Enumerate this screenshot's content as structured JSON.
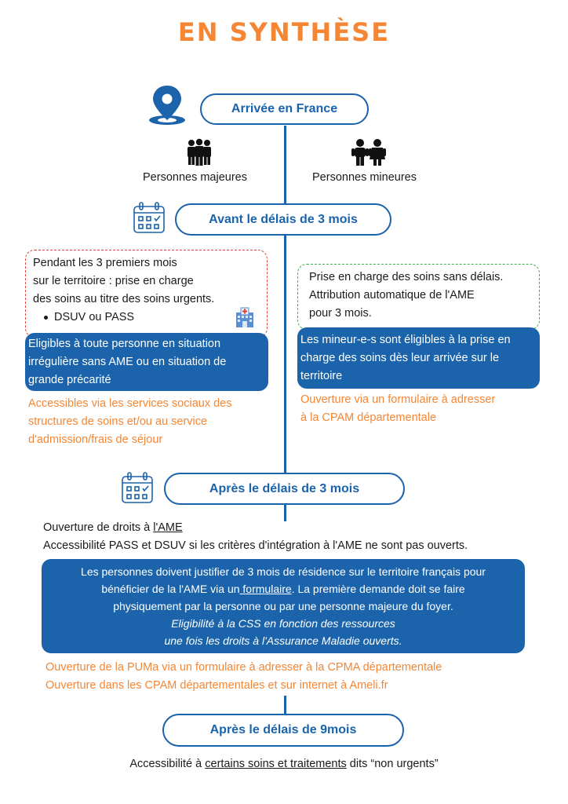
{
  "title": "EN SYNTHÈSE",
  "arrival": {
    "label": "Arrivée en France"
  },
  "groups": {
    "adults": "Personnes majeures",
    "minors": "Personnes mineures"
  },
  "before3": {
    "label": "Avant le délais de 3 mois",
    "adults_box": {
      "lines": [
        "Pendant les 3 premiers mois",
        "sur le territoire : prise en charge",
        "des soins au titre des soins urgents."
      ],
      "bullet": "DSUV ou PASS"
    },
    "adults_blue": [
      "Eligibles à toute personne en situation",
      "irrégulière sans AME ou en situation de",
      "grande précarité"
    ],
    "adults_orange": [
      "Accessibles via les services sociaux des",
      "structures de soins et/ou au service",
      "d'admission/frais de séjour"
    ],
    "minors_box": [
      "Prise en charge des soins sans délais.",
      "Attribution automatique de l'AME",
      "pour 3 mois."
    ],
    "minors_blue": [
      "Les mineur-e-s sont éligibles à la prise en",
      "charge des soins dès leur arrivée sur le",
      "territoire"
    ],
    "minors_orange": [
      "Ouverture via un formulaire à adresser",
      "à la CPAM départementale"
    ]
  },
  "after3": {
    "label": "Après le délais de 3 mois",
    "line1_prefix": "Ouverture de droits à ",
    "line1_link": "l'AME",
    "line2": "Accessibilité PASS et DSUV si les critères d'intégration à l'AME ne sont pas ouverts.",
    "blue_l1": "Les personnes doivent justifier de 3 mois de résidence sur le territoire français pour",
    "blue_l2_prefix": "bénéficier de la l'AME via un",
    "blue_l2_link": " formulaire",
    "blue_l2_suffix": ". La première demande doit se faire",
    "blue_l3": "physiquement par la personne ou par une personne majeure du foyer.",
    "blue_l4": "Eligibilité à la CSS en fonction des ressources",
    "blue_l5": "une fois les droits à l'Assurance Maladie ouverts.",
    "orange_l1": "Ouverture de la PUMa via un formulaire à adresser à la CPMA départementale",
    "orange_l2": "Ouverture dans les CPAM départementales et sur internet à Ameli.fr"
  },
  "after9": {
    "label": "Après le délais de 9mois",
    "line_prefix": "Accessibilité à ",
    "line_link": "certains soins et traitements",
    "line_suffix": " dits “non urgents”"
  },
  "colors": {
    "accent_orange": "#f58634",
    "brand_blue": "#1b63aa",
    "red_dash": "#e2433b",
    "green_dash": "#3bb04b"
  }
}
